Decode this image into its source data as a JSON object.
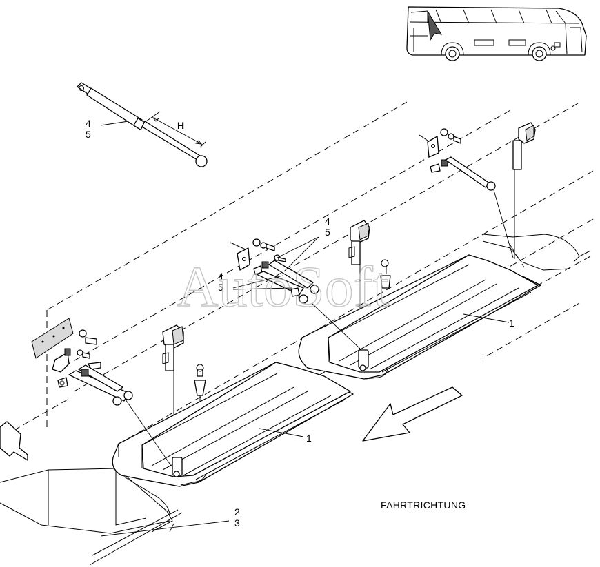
{
  "callouts": {
    "c1a": "1",
    "c1b": "1",
    "c2": "2",
    "c3": "3",
    "c4a": "4",
    "c5a": "5",
    "c4b": "4",
    "c5b": "5",
    "c4c": "4",
    "c5c": "5"
  },
  "dimension_label": "H",
  "direction_label": "FAHRTRICHTUNG",
  "watermark": "AutoSoft"
}
